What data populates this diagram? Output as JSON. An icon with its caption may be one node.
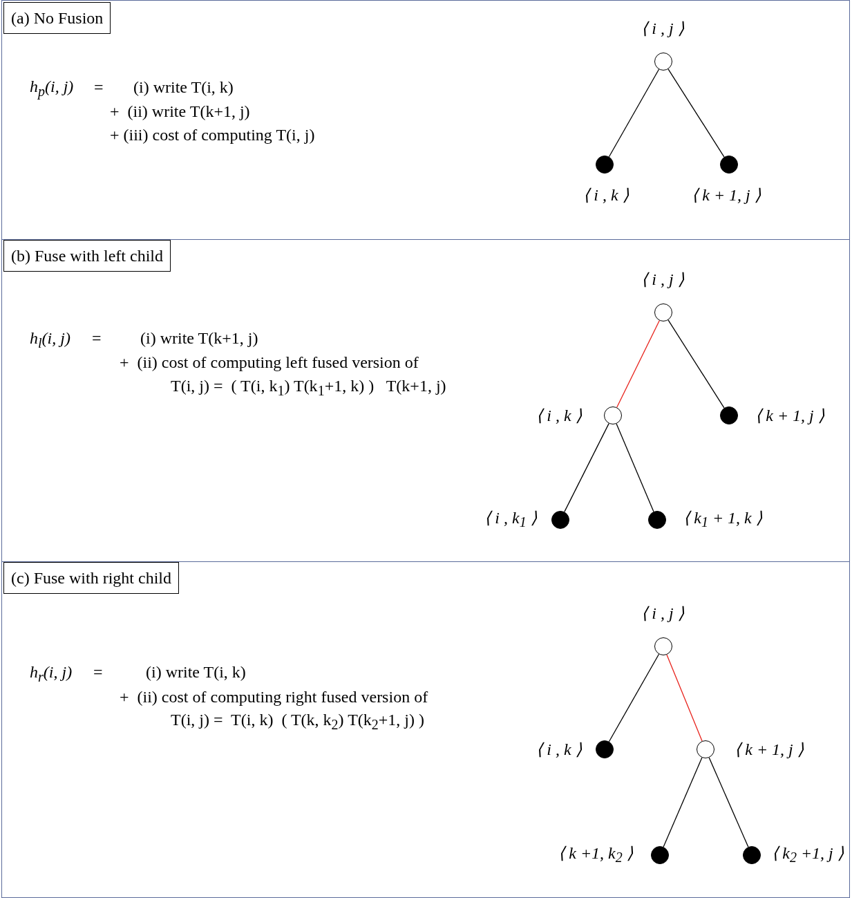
{
  "diagram": {
    "nodes": [
      {
        "text": [
          "h$_{p}$(i, j)",
          "=",
          "(i) write T(i, k)",
          "+  (ii) write T(k+1, j)",
          "+ (iii) cost of computing T(i, j)"
        ]
      },
      {
        "text": [
          "(a) No Fusion"
        ],
        "in": 0
      },
      {
        "text": [],
        "shape": "circle",
        "in": 0,
        "beside": [
          "⟨ i , j ⟩"
        ]
      },
      {
        "text": [],
        "shape": "dot",
        "in": 0,
        "beside": [
          "⟨ i , k ⟩"
        ]
      },
      {
        "text": [],
        "shape": "dot",
        "in": 0,
        "beside": [
          "⟨ k + 1, j ⟩"
        ]
      },
      {
        "text": [
          "h$_{l}$(i, j)",
          "=",
          "(i) write T(k+1, j)",
          "+  (ii) cost of computing left fused version of",
          "T(i, j) =  ( T(i, k$_{1}$) T(k$_{1}$+1, k) )   T(k+1, j)"
        ]
      },
      {
        "text": [
          "(b) Fuse with left child"
        ],
        "in": 5
      },
      {
        "text": [],
        "shape": "circle",
        "in": 5,
        "beside": [
          "⟨ i , j ⟩"
        ]
      },
      {
        "text": [],
        "shape": "circle",
        "in": 5,
        "beside": [
          "⟨ i , k ⟩"
        ]
      },
      {
        "text": [],
        "shape": "dot",
        "in": 5,
        "beside": [
          "⟨ k + 1, j ⟩"
        ]
      },
      {
        "text": [],
        "shape": "dot",
        "in": 5,
        "beside": [
          "⟨ i , k$_{1}$ ⟩"
        ]
      },
      {
        "text": [],
        "shape": "dot",
        "in": 5,
        "beside": [
          "⟨ k$_{1}$ + 1, k ⟩"
        ]
      },
      {
        "text": [
          "h$_{r}$(i, j)",
          "=",
          "(i) write T(i, k)",
          "+  (ii) cost of computing right fused version of",
          "T(i, j) =  T(i, k)  ( T(k, k$_{2}$) T(k$_{2}$+1, j) )"
        ]
      },
      {
        "text": [
          "(c) Fuse with right child"
        ],
        "in": 12
      },
      {
        "text": [],
        "shape": "circle",
        "in": 12,
        "beside": [
          "⟨ i , j ⟩"
        ]
      },
      {
        "text": [],
        "shape": "dot",
        "in": 12,
        "beside": [
          "⟨ i , k ⟩"
        ]
      },
      {
        "text": [],
        "shape": "circle",
        "in": 12,
        "beside": [
          "⟨ k + 1, j ⟩"
        ]
      },
      {
        "text": [],
        "shape": "dot",
        "in": 12,
        "beside": [
          "⟨ k +1, k$_{2}$ ⟩"
        ]
      },
      {
        "text": [],
        "shape": "dot",
        "in": 12,
        "beside": [
          "⟨ k$_{2}$ +1, j ⟩"
        ]
      }
    ],
    "edges": [
      {
        "from": 2,
        "to": 3,
        "arrow": "none"
      },
      {
        "from": 2,
        "to": 4,
        "arrow": "none"
      },
      {
        "from": 7,
        "to": 8,
        "arrow": "none",
        "color": "#e8231c"
      },
      {
        "from": 7,
        "to": 9,
        "arrow": "none"
      },
      {
        "from": 8,
        "to": 10,
        "arrow": "none"
      },
      {
        "from": 8,
        "to": 11,
        "arrow": "none"
      },
      {
        "from": 14,
        "to": 15,
        "arrow": "none"
      },
      {
        "from": 14,
        "to": 16,
        "arrow": "none",
        "color": "#e8231c"
      },
      {
        "from": 16,
        "to": 17,
        "arrow": "none"
      },
      {
        "from": 16,
        "to": 18,
        "arrow": "none"
      }
    ]
  }
}
